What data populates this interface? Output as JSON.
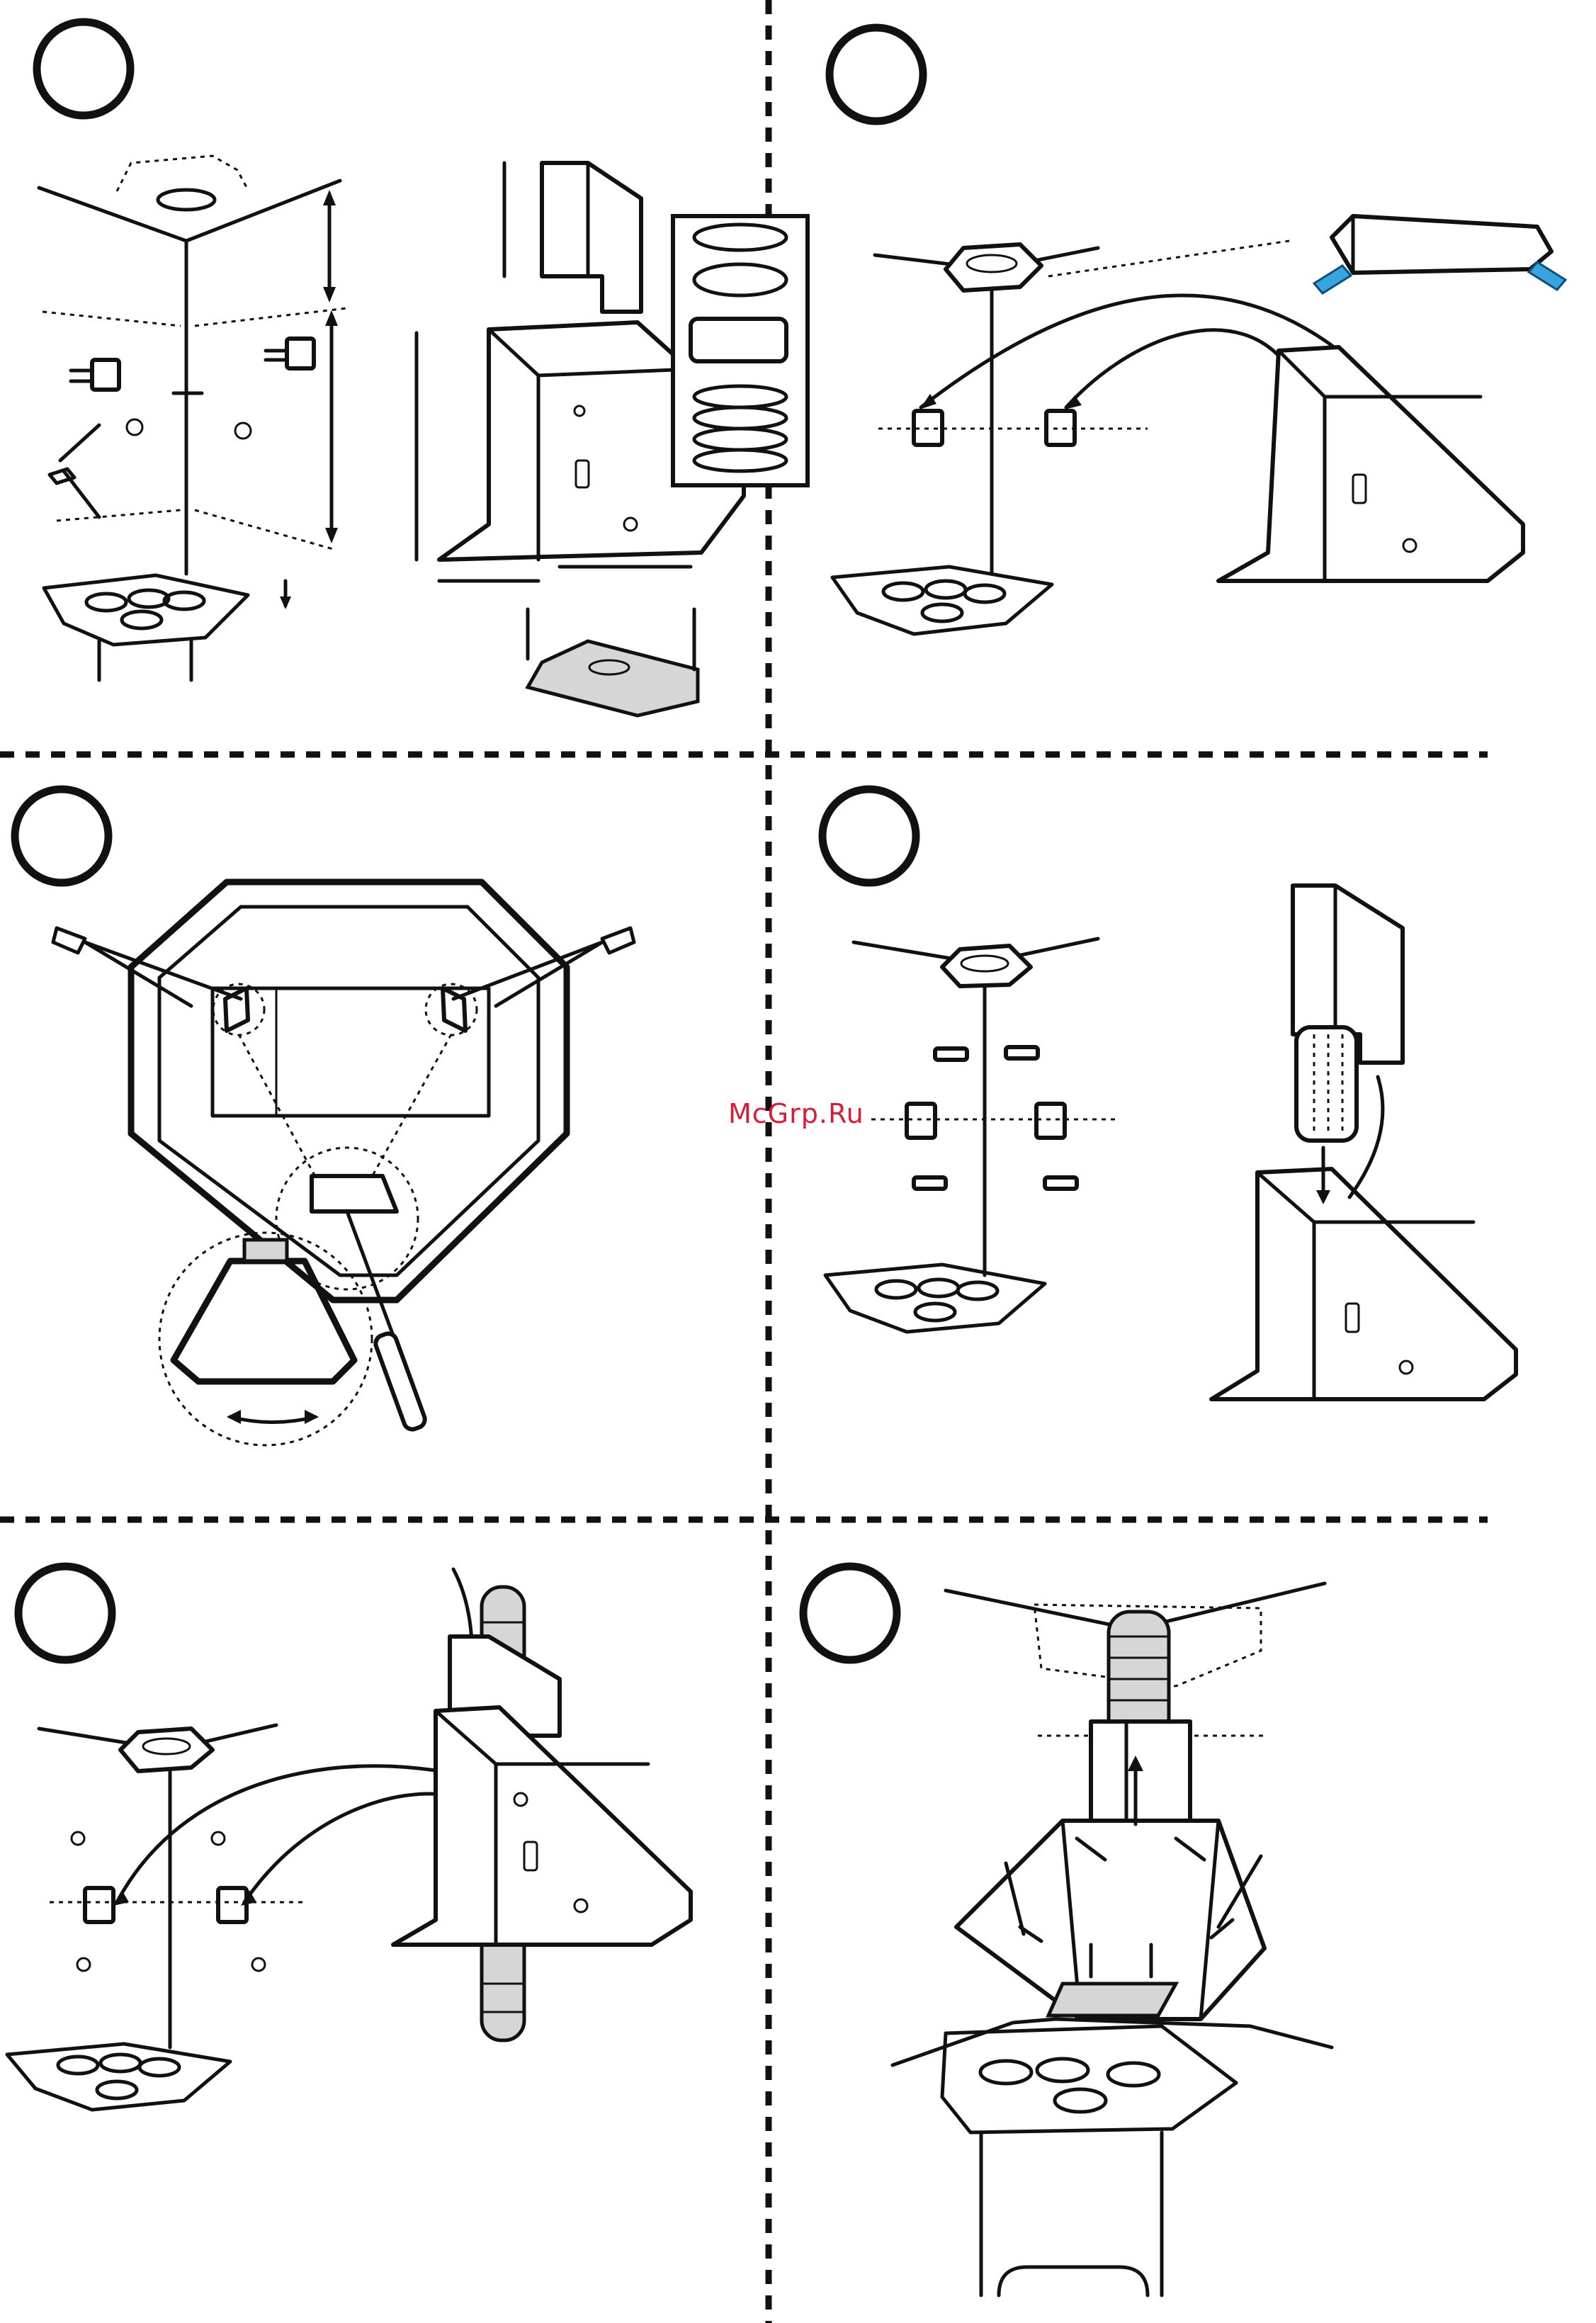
{
  "watermark": {
    "text": "McGrp.Ru",
    "color": "#d41f3a"
  },
  "colors": {
    "ink": "#111111",
    "accent_blue": "#37a6e0",
    "shade_grey": "#d6d6d6",
    "divider": "#111111"
  },
  "steps": [
    {
      "id": "step-1",
      "panel": "top-left",
      "marker": "empty-step-circle"
    },
    {
      "id": "step-2",
      "panel": "top-right",
      "marker": "empty-step-circle"
    },
    {
      "id": "step-3",
      "panel": "middle-left",
      "marker": "empty-step-circle"
    },
    {
      "id": "step-4",
      "panel": "middle-right",
      "marker": "empty-step-circle"
    },
    {
      "id": "step-5",
      "panel": "bottom-left",
      "marker": "empty-step-circle"
    },
    {
      "id": "step-6",
      "panel": "bottom-right",
      "marker": "empty-step-circle"
    }
  ],
  "icons": [
    "ceiling-corner-icon",
    "mounting-bracket-icon",
    "drill-icon",
    "hood-chimney-icon",
    "flexible-duct-icon",
    "filter-box-icon",
    "wall-plug-icon",
    "screwdriver-icon",
    "cooktop-icon",
    "arrow-icon"
  ]
}
